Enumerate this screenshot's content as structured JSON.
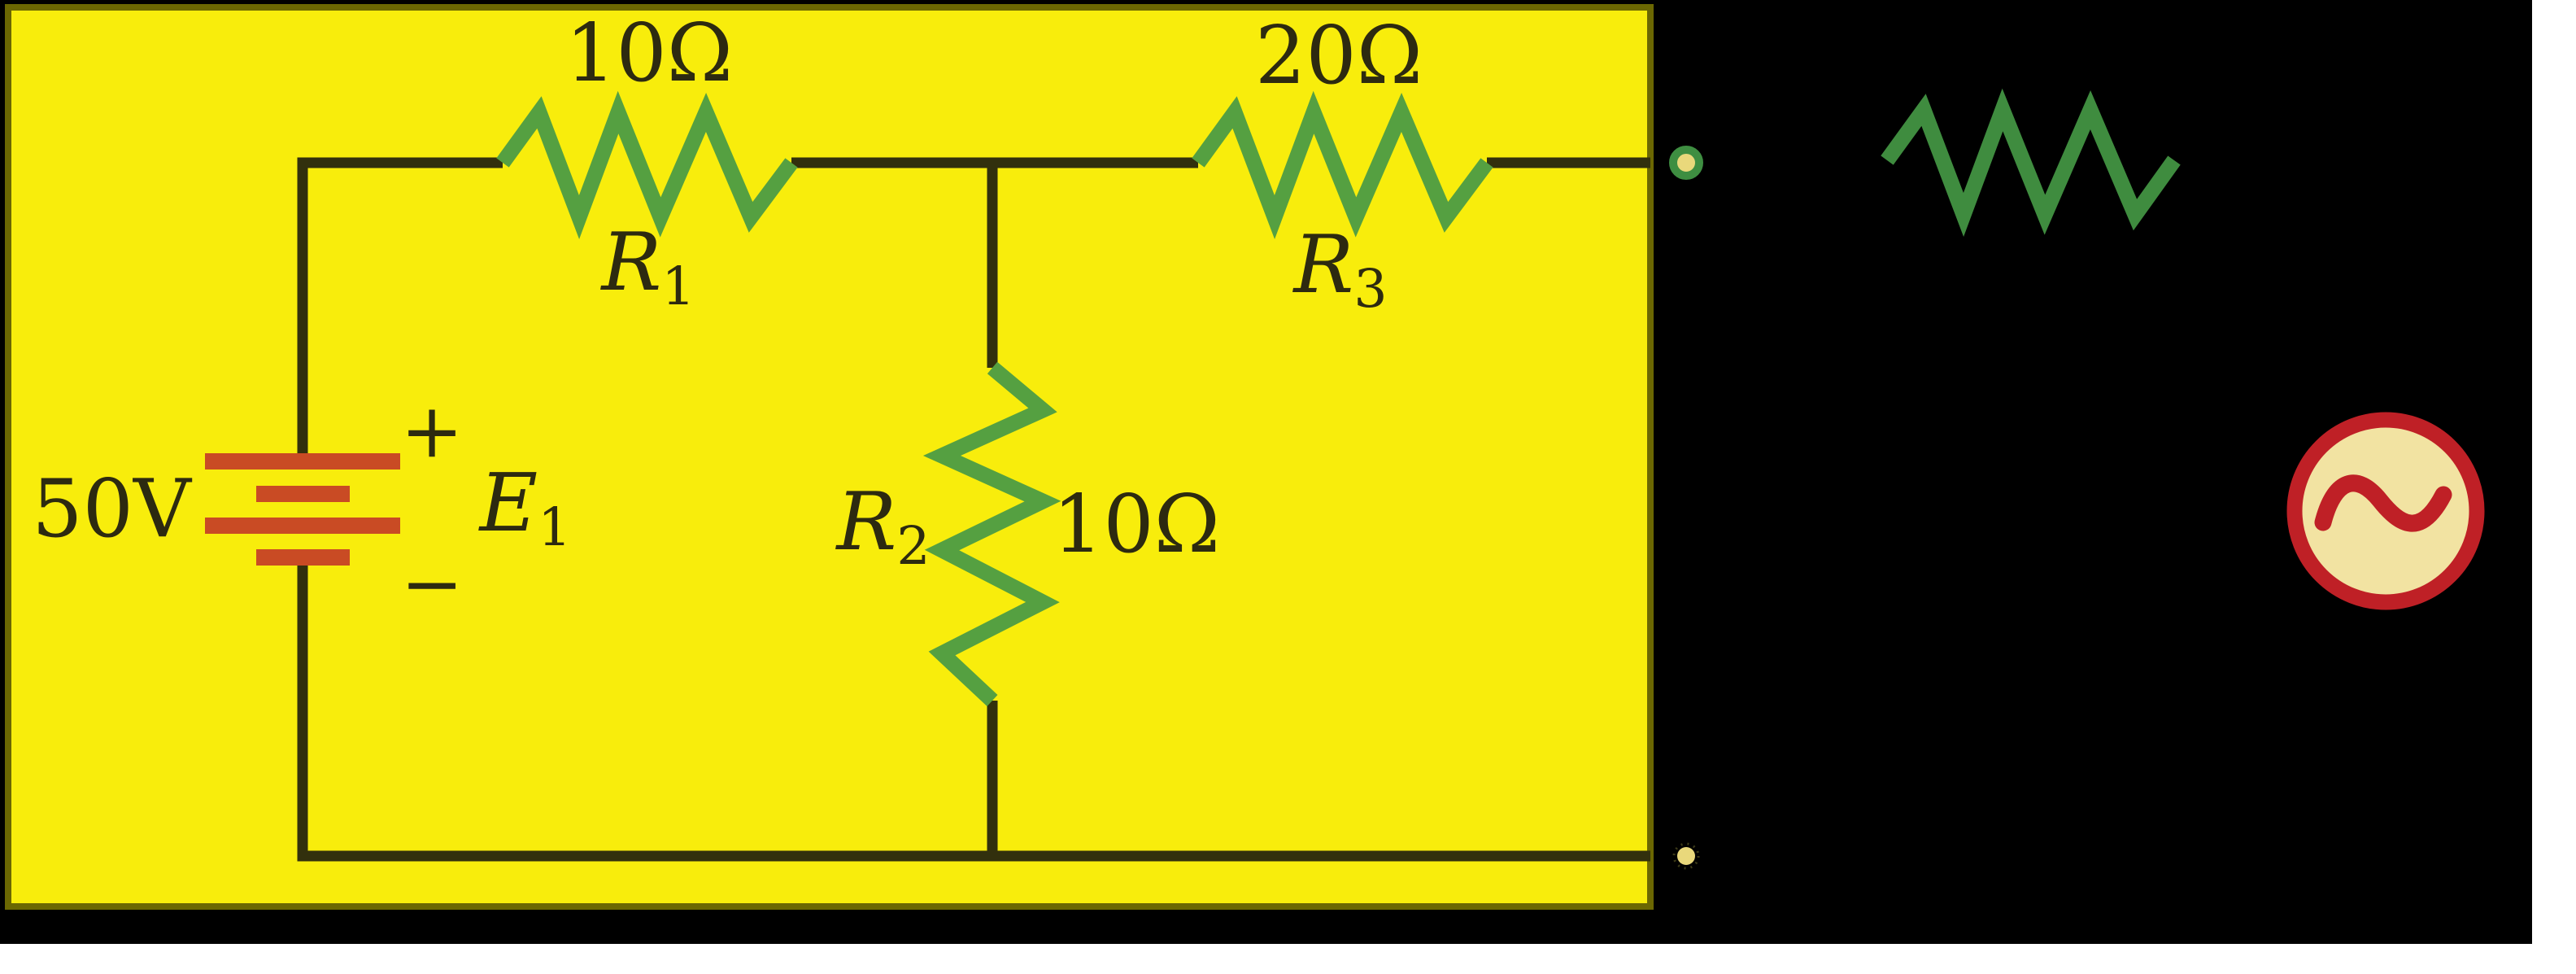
{
  "colors": {
    "page_white": "#ffffff",
    "canvas_black": "#000000",
    "panel_yellow": "#f8ed0c",
    "panel_border": "#6b6702",
    "wire_dark": "#32300d",
    "label_text": "#2d2a10",
    "resistor_green": "#55a041",
    "palette_green": "#3f8c3f",
    "battery_red": "#c94b24",
    "ac_red": "#bf2026",
    "ac_fill": "#f2e3a2",
    "terminal_fill": "#e9d87b",
    "terminal_ring": "#3e8e41",
    "terminal_dash": "#3c3a18"
  },
  "circuit": {
    "battery": {
      "label": "E",
      "label_sub": "1",
      "voltage": "50V",
      "positive_sign": "+",
      "negative_sign": "−"
    },
    "resistors": [
      {
        "label": "R",
        "label_sub": "1",
        "value": "10Ω"
      },
      {
        "label": "R",
        "label_sub": "2",
        "value": "10Ω"
      },
      {
        "label": "R",
        "label_sub": "3",
        "value": "20Ω"
      }
    ]
  },
  "palette": {
    "resistor_icon": "resistor-zigzag",
    "ac_source_icon": "ac-sine-source",
    "top_terminal_icon": "ringed-node-dot",
    "bottom_terminal_icon": "dashed-node-dot"
  }
}
